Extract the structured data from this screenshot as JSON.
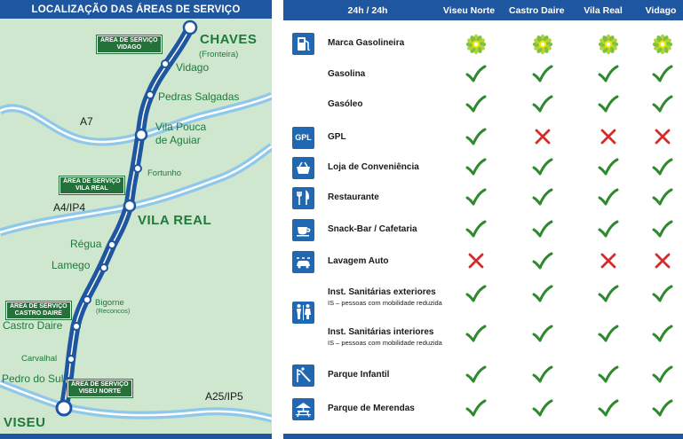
{
  "map": {
    "title": "LOCALIZAÇÃO DAS ÁREAS DE SERVIÇO",
    "places": {
      "chaves": "CHAVES",
      "fronteira": "(Fronteira)",
      "vidago": "Vidago",
      "pedras_salgadas": "Pedras Salgadas",
      "vila_pouca_1": "Vila Pouca",
      "vila_pouca_2": "de Aguiar",
      "fortunho": "Fortunho",
      "vila_real": "VILA REAL",
      "regua": "Régua",
      "lamego": "Lamego",
      "bigorne": "Bigorne",
      "reconcos": "(Reconcos)",
      "castro_daire": "Castro Daire",
      "carvalhal": "Carvalhal",
      "pedro_do_sul": "Pedro do Sul",
      "viseu": "VISEU"
    },
    "roads": {
      "a7": "A7",
      "a4_ip4": "A4/IP4",
      "a25_ip5": "A25/IP5"
    },
    "service_areas": {
      "vidago_1": "ÁREA DE SERVIÇO",
      "vidago_2": "VIDAGO",
      "vila_real_1": "ÁREA DE SERVIÇO",
      "vila_real_2": "VILA REAL",
      "castro_daire_1": "ÁREA DE SERVIÇO",
      "castro_daire_2": "CASTRO DAIRE",
      "viseu_norte_1": "ÁREA DE SERVIÇO",
      "viseu_norte_2": "VISEU NORTE"
    },
    "colors": {
      "land": "#cfe7cf",
      "river": "#8fc8ea",
      "motorway": "#1f56a0",
      "label": "#1d7a3a"
    }
  },
  "table": {
    "header": "24h / 24h",
    "columns": [
      "Viseu Norte",
      "Castro Daire",
      "Vila Real",
      "Vidago"
    ],
    "rows": [
      {
        "label": "Marca Gasolineira",
        "icon": "fuel-pump-icon",
        "values": [
          "bp",
          "bp",
          "bp",
          "bp"
        ]
      },
      {
        "label": "Gasolina",
        "icon": "",
        "values": [
          "yes",
          "yes",
          "yes",
          "yes"
        ]
      },
      {
        "label": "Gasóleo",
        "icon": "",
        "values": [
          "yes",
          "yes",
          "yes",
          "yes"
        ]
      },
      {
        "label": "GPL",
        "icon": "gpl-icon",
        "icon_text": "GPL",
        "values": [
          "yes",
          "no",
          "no",
          "no"
        ]
      },
      {
        "label": "Loja de Conveniência",
        "icon": "shopping-basket-icon",
        "values": [
          "yes",
          "yes",
          "yes",
          "yes"
        ]
      },
      {
        "label": "Restaurante",
        "icon": "fork-knife-icon",
        "values": [
          "yes",
          "yes",
          "yes",
          "yes"
        ]
      },
      {
        "label": "Snack-Bar / Cafetaria",
        "icon": "coffee-cup-icon",
        "values": [
          "yes",
          "yes",
          "yes",
          "yes"
        ]
      },
      {
        "label": "Lavagem Auto",
        "icon": "car-wash-icon",
        "values": [
          "no",
          "yes",
          "no",
          "no"
        ]
      },
      {
        "label": "Inst. Sanitárias exteriores",
        "sub": "IS – pessoas com mobilidade reduzida",
        "icon": "restroom-icon",
        "values": [
          "yes",
          "yes",
          "yes",
          "yes"
        ]
      },
      {
        "label": "Inst. Sanitárias interiores",
        "sub": "IS – pessoas com mobilidade reduzida",
        "icon": "",
        "values": [
          "yes",
          "yes",
          "yes",
          "yes"
        ]
      },
      {
        "label": "Parque Infantil",
        "icon": "playground-slide-icon",
        "values": [
          "yes",
          "yes",
          "yes",
          "yes"
        ]
      },
      {
        "label": "Parque de Merendas",
        "icon": "picnic-table-icon",
        "values": [
          "yes",
          "yes",
          "yes",
          "yes"
        ]
      }
    ],
    "colors": {
      "header": "#1f56a0",
      "check": "#2f8a2f",
      "cross": "#d42b2b",
      "icon_bg": "#2168b2"
    }
  }
}
